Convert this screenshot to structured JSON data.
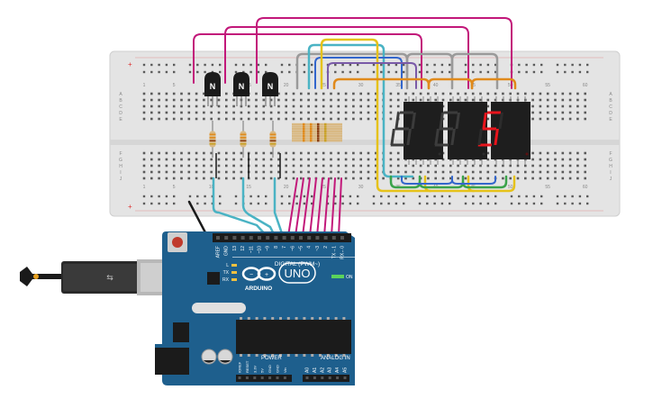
{
  "breadboard": {
    "column_numbers": [
      "1",
      "5",
      "10",
      "15",
      "20",
      "25",
      "30",
      "35",
      "40",
      "45",
      "50",
      "55",
      "60"
    ],
    "row_letters_top": [
      "A",
      "B",
      "C",
      "D",
      "E"
    ],
    "row_letters_bottom": [
      "F",
      "G",
      "H",
      "I",
      "J"
    ]
  },
  "transistors": [
    {
      "label": "N"
    },
    {
      "label": "N"
    },
    {
      "label": "N"
    }
  ],
  "displays": [
    {
      "digit": "8",
      "lit": false
    },
    {
      "digit": "8",
      "lit": false
    },
    {
      "digit": "5",
      "lit": true
    }
  ],
  "arduino": {
    "brand": "ARDUINO",
    "model": "UNO",
    "header_label": "DIGITAL (PWM~)",
    "on_label": "ON",
    "power_label": "POWER",
    "analog_label": "ANALOG IN",
    "led_labels": [
      "L",
      "TX",
      "RX"
    ],
    "digital_pins": [
      "AREF",
      "GND",
      "13",
      "12",
      "~11",
      "~10",
      "~9",
      "8",
      "7",
      "~6",
      "~5",
      "4",
      "~3",
      "2",
      "TX→1",
      "RX←0"
    ],
    "power_pins": [
      "IOREF",
      "RESET",
      "3.3V",
      "5V",
      "GND",
      "GND",
      "Vin"
    ],
    "analog_pins": [
      "A0",
      "A1",
      "A2",
      "A3",
      "A4",
      "A5"
    ]
  },
  "colors": {
    "breadboard": "#e4e4e4",
    "board": "#1e5f8d",
    "wire_magenta": "#c2187a",
    "wire_cyan": "#4ab3c4",
    "wire_yellow": "#e6c21a",
    "wire_orange": "#e08a1c",
    "wire_green": "#3aa34a",
    "wire_blue": "#3366cc",
    "wire_gray": "#9a9a9a",
    "wire_purple": "#7a5aa8",
    "segment_on": "#e8141c",
    "segment_off": "#2c2c2c"
  }
}
